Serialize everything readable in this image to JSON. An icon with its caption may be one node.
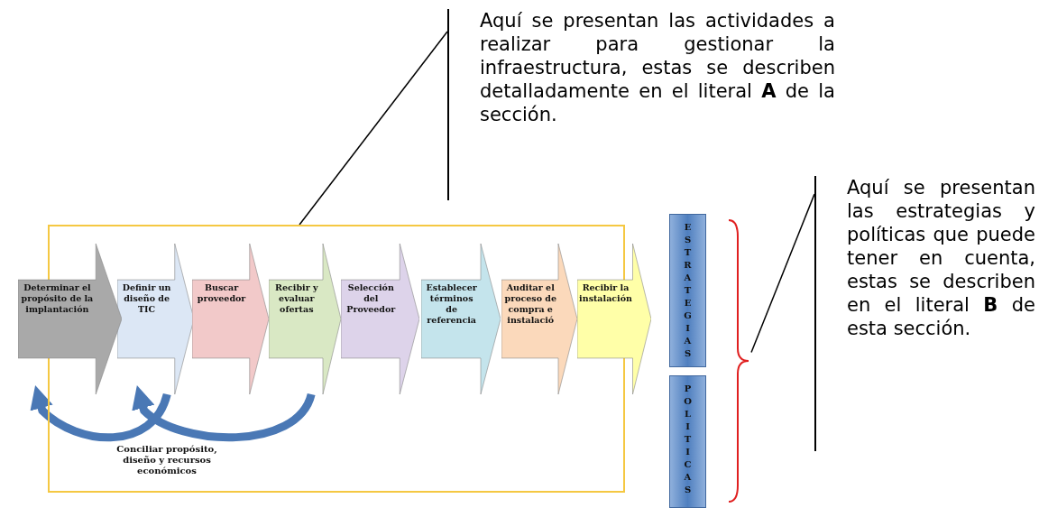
{
  "diagram": {
    "nodes": [
      {
        "text": [
          "Aquí se presentan las actividades a realizar para gestionar la infraestructura, estas se describen detalladamente en el literal **A** de la sección."
        ]
      },
      {
        "text": [],
        "shape": "box"
      },
      {
        "text": [
          "Determinar el propósito de la implantación"
        ]
      },
      {
        "text": [
          "Definir un diseño de TIC"
        ],
        "in": 1
      },
      {
        "text": [
          "Buscar proveedor"
        ],
        "in": 1
      },
      {
        "text": [
          "Recibir y evaluar ofertas"
        ],
        "in": 1
      },
      {
        "text": [
          "Selección del Proveedor"
        ],
        "in": 1
      },
      {
        "text": [
          "Establecer términos de referencia"
        ],
        "in": 1
      },
      {
        "text": [
          "Auditar el proceso de compra e instalació"
        ],
        "in": 1
      },
      {
        "text": [
          "Recibir la instalación"
        ]
      },
      {
        "text": [
          "ESTRATEGIAS"
        ]
      },
      {
        "text": [
          "POLITICAS"
        ]
      },
      {
        "text": [],
        "shape": "bracket"
      },
      {
        "text": [
          "Aquí se presentan las estrategias y políticas que puede tener en cuenta, estas se describen en el literal **B** de esta sección."
        ]
      }
    ],
    "edges": [
      {
        "from": 0,
        "to": 1,
        "arrow": "none"
      },
      {
        "from": 13,
        "to": 12,
        "arrow": "none"
      },
      {
        "from": 5,
        "to": 3,
        "arrow": "to",
        "style": "thick",
        "color": "#4a78b5"
      },
      {
        "from": 3,
        "to": 2,
        "arrow": "to",
        "style": "thick",
        "color": "#4a78b5"
      }
    ],
    "labels": [
      "Conciliar propósito, diseño y recursos económicos"
    ]
  }
}
